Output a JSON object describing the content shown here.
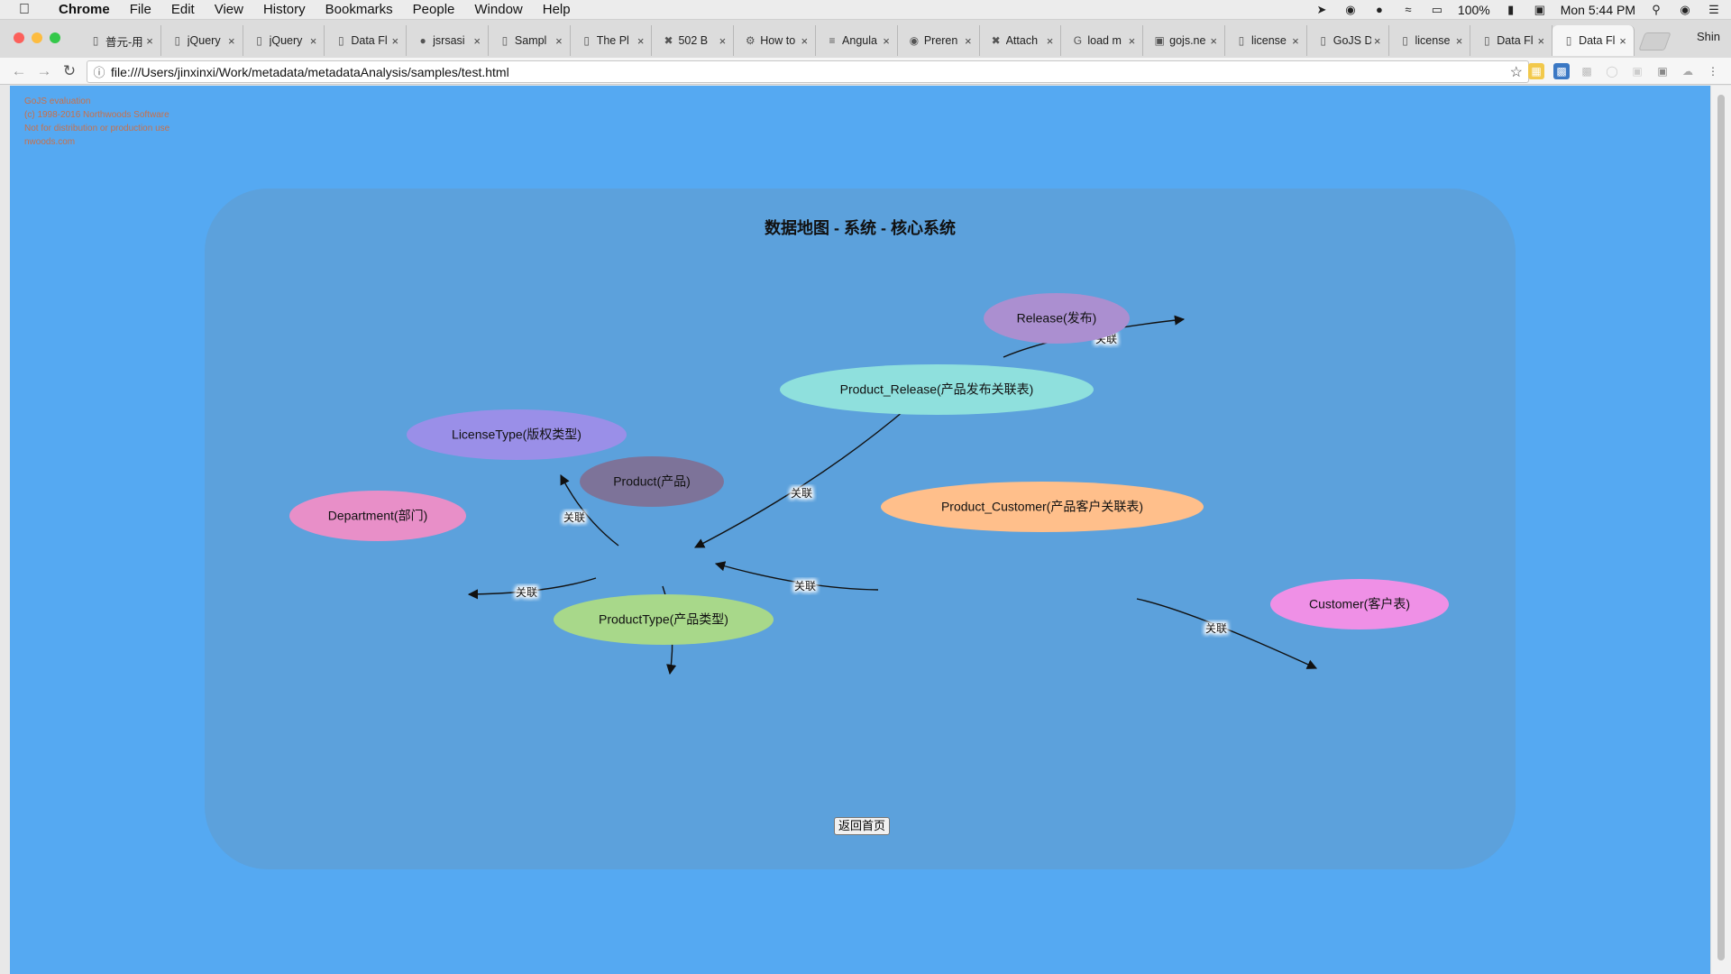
{
  "menubar": {
    "app_name": "Chrome",
    "items": [
      "File",
      "Edit",
      "View",
      "History",
      "Bookmarks",
      "People",
      "Window",
      "Help"
    ],
    "battery": "100%",
    "clock": "Mon 5:44 PM"
  },
  "tabs": [
    {
      "label": "普元-用",
      "icon": "page-icon"
    },
    {
      "label": "jQuery",
      "icon": "page-icon"
    },
    {
      "label": "jQuery",
      "icon": "page-icon"
    },
    {
      "label": "Data Fl",
      "icon": "page-icon"
    },
    {
      "label": "jsrsasi",
      "icon": "github-icon"
    },
    {
      "label": "Sampl",
      "icon": "page-icon"
    },
    {
      "label": "The Pl",
      "icon": "page-icon"
    },
    {
      "label": "502 B",
      "icon": "tool-icon"
    },
    {
      "label": "How to",
      "icon": "gear-icon"
    },
    {
      "label": "Angula",
      "icon": "lines-icon"
    },
    {
      "label": "Preren",
      "icon": "code-icon"
    },
    {
      "label": "Attach",
      "icon": "tool-icon"
    },
    {
      "label": "load m",
      "icon": "google-icon"
    },
    {
      "label": "gojs.ne",
      "icon": "go-icon"
    },
    {
      "label": "license",
      "icon": "page-icon"
    },
    {
      "label": "GoJS D",
      "icon": "page-icon"
    },
    {
      "label": "license",
      "icon": "page-icon"
    },
    {
      "label": "Data Fl",
      "icon": "page-icon"
    },
    {
      "label": "Data Fl",
      "icon": "page-icon",
      "active": true
    }
  ],
  "profile_name": "Shin",
  "address_bar": {
    "url": "file:///Users/jinxinxi/Work/metadata/metadataAnalysis/samples/test.html"
  },
  "watermark": {
    "lines": [
      "GoJS evaluation",
      "(c) 1998-2016 Northwoods Software",
      "Not for distribution or production use",
      "nwoods.com"
    ]
  },
  "diagram": {
    "title": "数据地图 - 系统 - 核心系统",
    "nodes": [
      {
        "id": "release",
        "label": "Release(发布)",
        "color": "#ab8fd0"
      },
      {
        "id": "product_release",
        "label": "Product_Release(产品发布关联表)",
        "color": "#8fe0dd"
      },
      {
        "id": "license_type",
        "label": "LicenseType(版权类型)",
        "color": "#9a8fe8"
      },
      {
        "id": "product",
        "label": "Product(产品)",
        "color": "#7d7399"
      },
      {
        "id": "department",
        "label": "Department(部门)",
        "color": "#e88fc8"
      },
      {
        "id": "product_customer",
        "label": "Product_Customer(产品客户关联表)",
        "color": "#ffbf8b"
      },
      {
        "id": "product_type",
        "label": "ProductType(产品类型)",
        "color": "#a8d88a"
      },
      {
        "id": "customer",
        "label": "Customer(客户表)",
        "color": "#ef90e6"
      }
    ],
    "edges": [
      {
        "from": "product_release",
        "to": "release",
        "label": "关联"
      },
      {
        "from": "product_release",
        "to": "product",
        "label": "关联"
      },
      {
        "from": "product",
        "to": "license_type",
        "label": "关联"
      },
      {
        "from": "product",
        "to": "department",
        "label": "关联"
      },
      {
        "from": "product_customer",
        "to": "product",
        "label": "关联"
      },
      {
        "from": "product",
        "to": "product_type",
        "label": "关联"
      },
      {
        "from": "product_customer",
        "to": "customer",
        "label": "关联"
      }
    ],
    "return_button_label": "返回首页"
  },
  "colors": {
    "page_background": "#55a9f2",
    "panel_background": "#5ca1dc"
  }
}
